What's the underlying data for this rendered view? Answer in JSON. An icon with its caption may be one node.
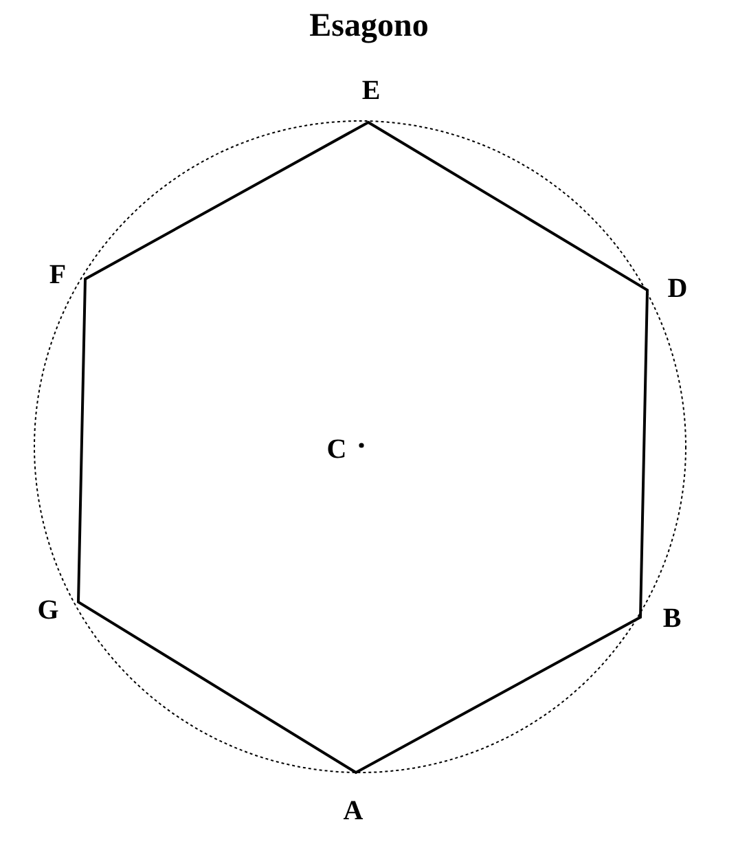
{
  "diagram": {
    "title": "Esagono",
    "labels": [
      "E",
      "F",
      "D",
      "C",
      "G",
      "B",
      "A"
    ]
  }
}
